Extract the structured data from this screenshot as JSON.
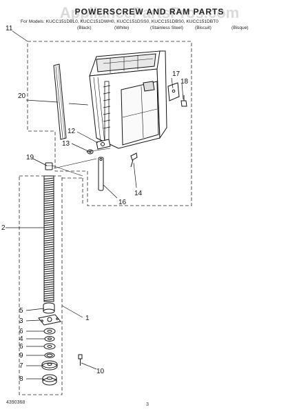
{
  "header": {
    "title": "POWERSCREW AND RAM PARTS",
    "watermark": "AppliancePartsPros.com",
    "models_line": "For Models: KUCC151DBL0, KUCC151DWH0, KUCC151DSS0, KUCC151DBS0, KUCC151DBT0",
    "colors": [
      "(Black)",
      "(White)",
      "(Stainless Steel)",
      "(Biscuit)",
      "(Bisque)"
    ]
  },
  "callouts": {
    "c1": "1",
    "c2": "2",
    "c3": "3",
    "c4": "4",
    "c5": "5",
    "c6": "6",
    "c7": "7",
    "c8": "8",
    "c9": "9",
    "c10": "10",
    "c11": "11",
    "c12": "12",
    "c13": "13",
    "c14": "14",
    "c16": "16",
    "c17": "17",
    "c18": "18",
    "c19": "19",
    "c20": "20"
  },
  "footer": {
    "doc_number": "4390368",
    "page_number": "3"
  }
}
